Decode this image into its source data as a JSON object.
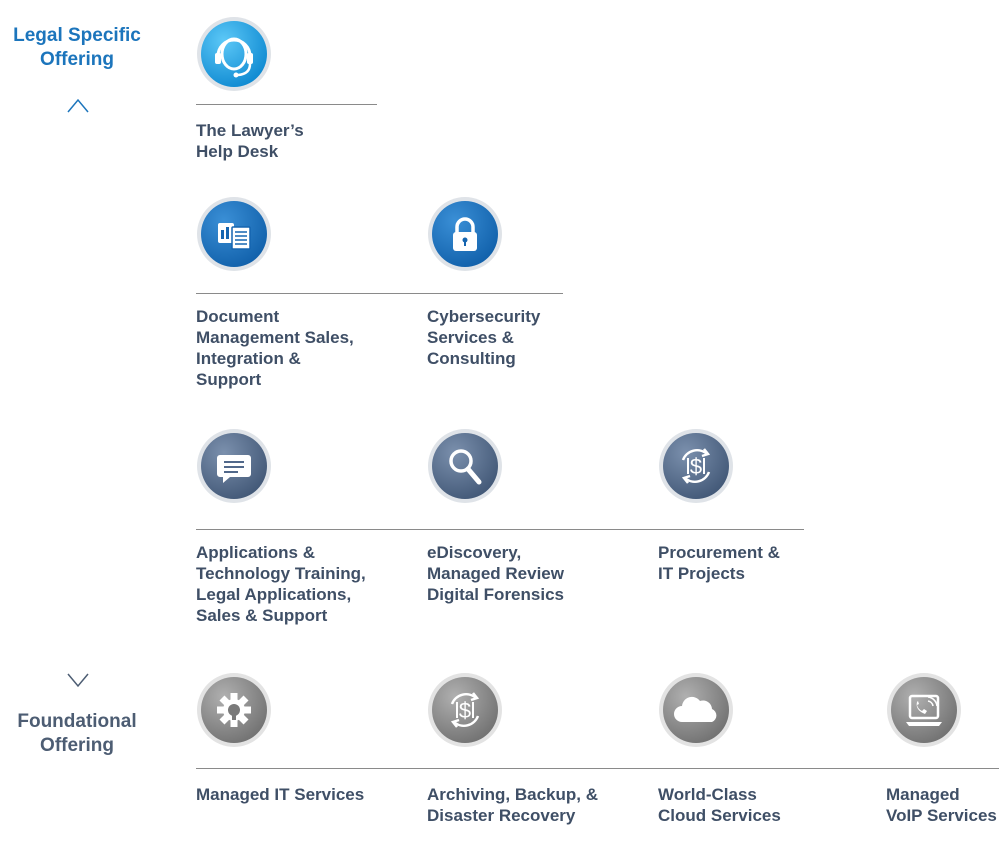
{
  "axis": {
    "top_label": "Legal Specific Offering",
    "bottom_label": "Foundational Offering"
  },
  "tiers": [
    {
      "items": [
        {
          "label": "The Lawyer’s Help Desk",
          "icon": "headset-icon"
        }
      ]
    },
    {
      "items": [
        {
          "label": "Document Management Sales, Integration & Support",
          "icon": "document-management-icon"
        },
        {
          "label": "Cybersecurity Services & Consulting",
          "icon": "padlock-icon"
        }
      ]
    },
    {
      "items": [
        {
          "label": "Applications & Technology Training, Legal Applications, Sales & Support",
          "icon": "chat-bubble-icon"
        },
        {
          "label": "eDiscovery, Managed Review Digital Forensics",
          "icon": "magnifier-icon"
        },
        {
          "label": "Procurement & IT Projects",
          "icon": "dollar-cycle-icon"
        }
      ]
    },
    {
      "items": [
        {
          "label": "Managed IT Services",
          "icon": "gear-wrench-icon"
        },
        {
          "label": "Archiving, Backup, & Disaster Recovery",
          "icon": "archive-cycle-icon"
        },
        {
          "label": "World-Class Cloud Services",
          "icon": "cloud-icon"
        },
        {
          "label": "Managed VoIP Services",
          "icon": "voip-phone-icon"
        }
      ]
    }
  ],
  "colors": {
    "legal_blue": "#1c75bc",
    "bright_blue": "#1fa3e6",
    "slate": "#4d6484",
    "gray": "#808080"
  }
}
